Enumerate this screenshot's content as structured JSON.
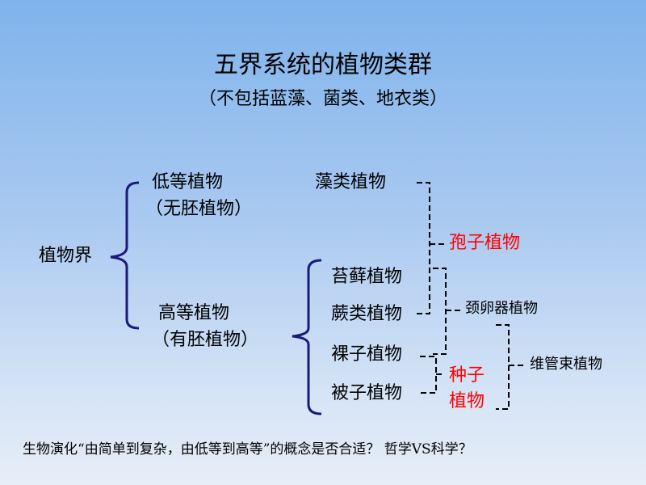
{
  "title": "五界系统的植物类群",
  "subtitle": "（不包括蓝藻、菌类、地衣类）",
  "nodes": {
    "root": "植物界",
    "lower": "低等植物",
    "lower_note": "（无胚植物）",
    "higher": "高等植物",
    "higher_note": "（有胚植物）",
    "algae": "藻类植物",
    "moss": "苔藓植物",
    "fern": "蕨类植物",
    "gymno": "裸子植物",
    "angio": "被子植物",
    "spore": "孢子植物",
    "seed_line1": "种子",
    "seed_line2": "植物",
    "archegonia": "颈卵器植物",
    "vascular": "维管束植物"
  },
  "footer": "生物演化“由简单到复杂，由低等到高等”的概念是否合适？ 哲学VS科学？",
  "colors": {
    "bracket": "#1a1a7a",
    "dashed": "#000000",
    "highlight": "#ff0000"
  }
}
